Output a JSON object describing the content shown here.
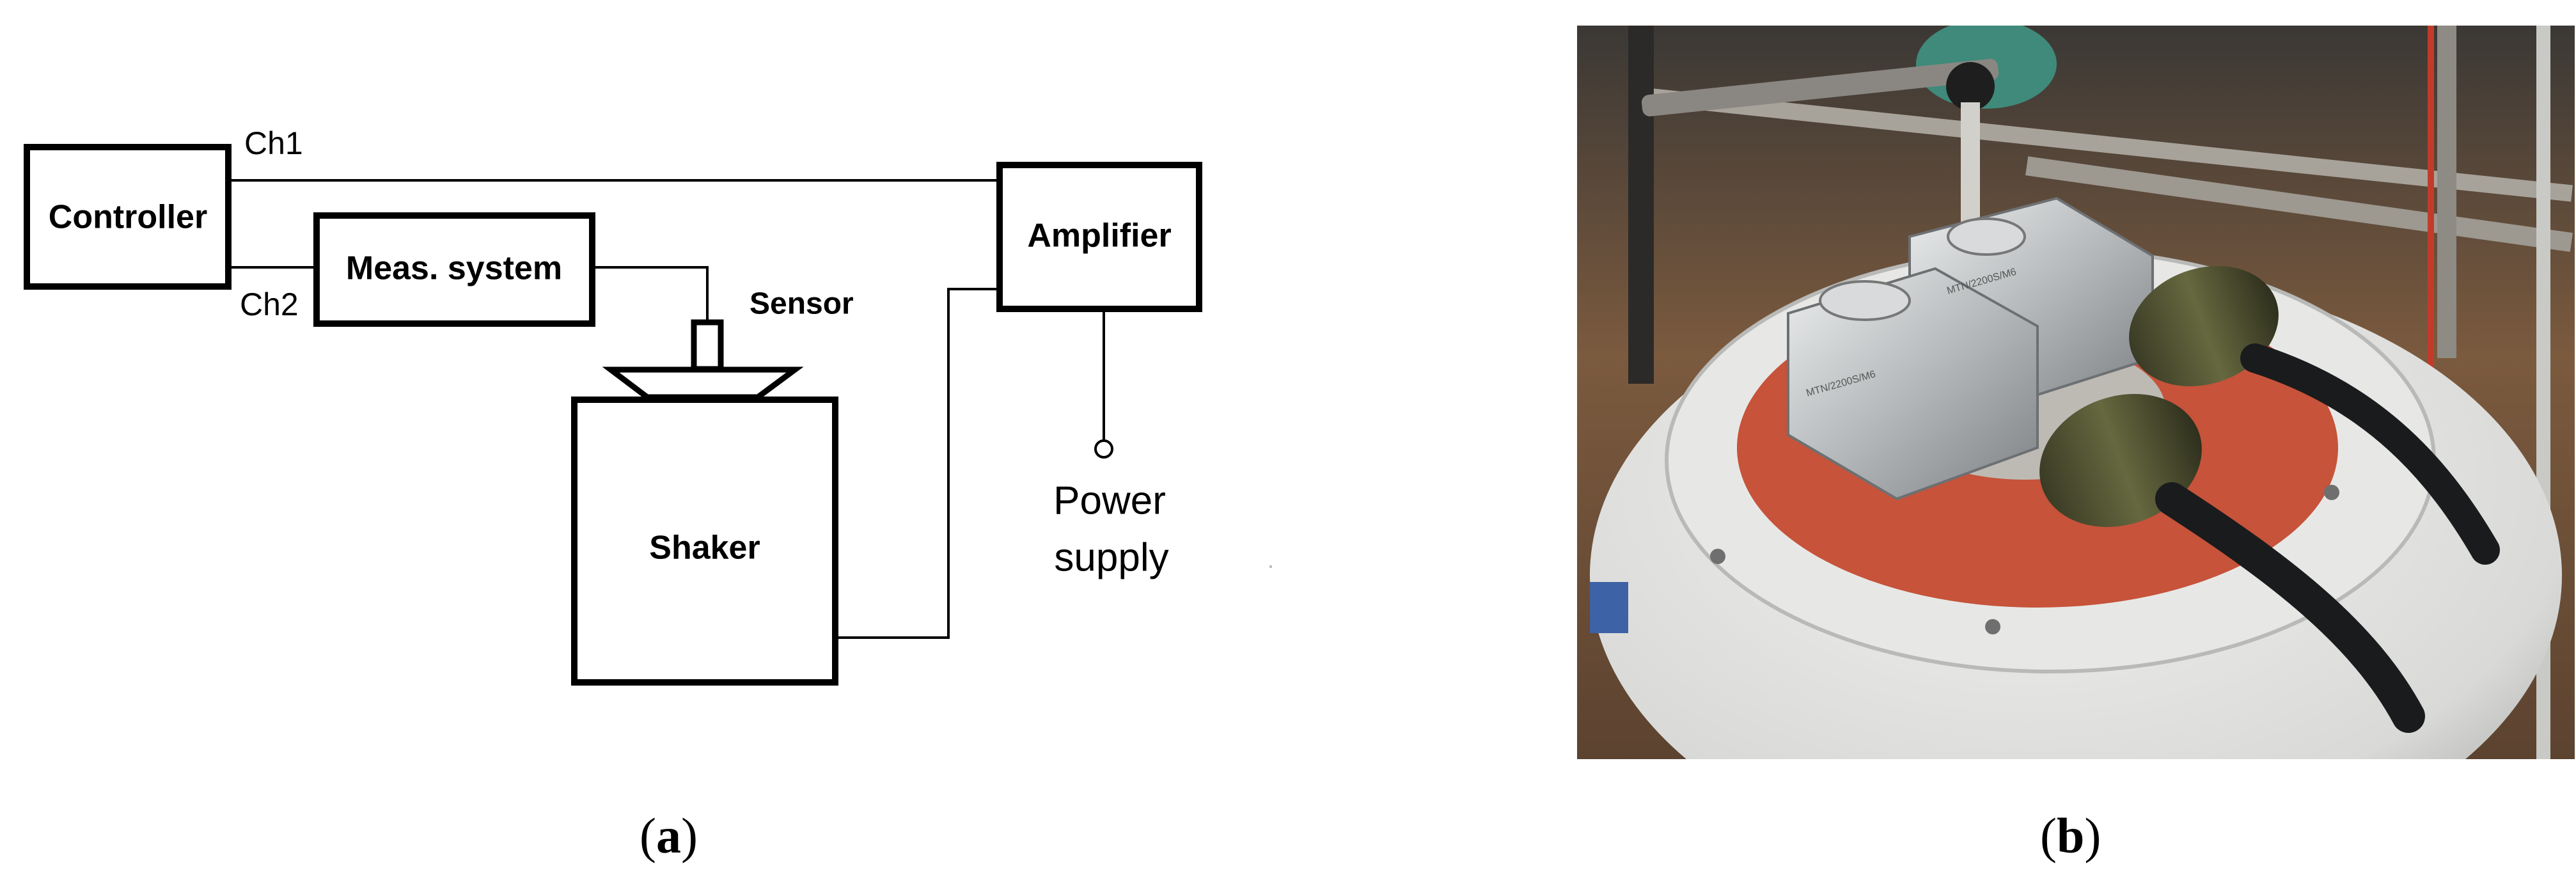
{
  "panels": [
    {
      "caption": "a",
      "diagram": {
        "nodes": {
          "controller": "Controller",
          "meas_system": "Meas. system",
          "amplifier": "Amplifier",
          "shaker": "Shaker",
          "sensor": "Sensor"
        },
        "channels": {
          "ch1": "Ch1",
          "ch2": "Ch2"
        },
        "power_supply": {
          "line1": "Power",
          "line2": "supply"
        }
      }
    },
    {
      "caption": "b",
      "photo": {
        "sensor_marking_1": "MTN/2200S/M6",
        "sensor_marking_2": "MTN/2200S/M6"
      }
    }
  ]
}
